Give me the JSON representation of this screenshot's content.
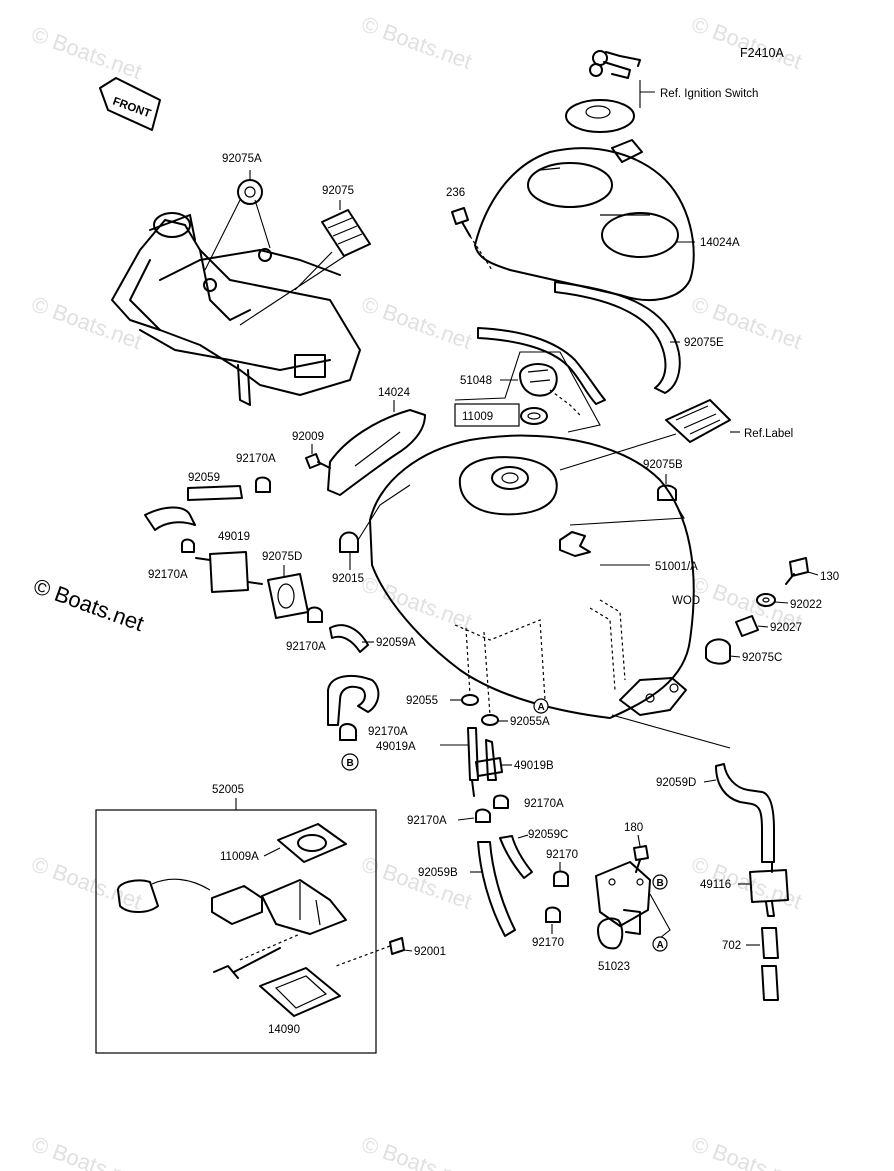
{
  "diagram": {
    "code": "F2410A",
    "front_label": "FRONT",
    "watermark": "© Boats.net",
    "labels": {
      "ref_ignition": "Ref. Ignition Switch",
      "p14024A": "14024A",
      "p236": "236",
      "p92075A": "92075A",
      "p92075": "92075",
      "p92075E": "92075E",
      "p51048": "51048",
      "p11009": "11009",
      "ref_label": "Ref.Label",
      "p14024": "14024",
      "p92009": "92009",
      "p92170A_1": "92170A",
      "p92059": "92059",
      "p92075B": "92075B",
      "p49019": "49019",
      "p92075D": "92075D",
      "p92170A_2": "92170A",
      "p92015": "92015",
      "p51001A": "51001/A",
      "wod": "WOD",
      "p130": "130",
      "p92022": "92022",
      "p92027": "92027",
      "p92170A_3": "92170A",
      "p92059A": "92059A",
      "p92075C": "92075C",
      "p92055": "92055",
      "p92055A": "92055A",
      "p92170A_4": "92170A",
      "p49019A": "49019A",
      "p49019B": "49019B",
      "p52005": "52005",
      "p92059D": "92059D",
      "p92170A_5": "92170A",
      "p92170A_6": "92170A",
      "p92059C": "92059C",
      "p180": "180",
      "p11009A": "11009A",
      "p92170_1": "92170",
      "p92059B": "92059B",
      "p49116": "49116",
      "p92001": "92001",
      "p92170_2": "92170",
      "p51023": "51023",
      "p702": "702",
      "p14090": "14090",
      "marker_a": "A",
      "marker_b": "B"
    }
  }
}
